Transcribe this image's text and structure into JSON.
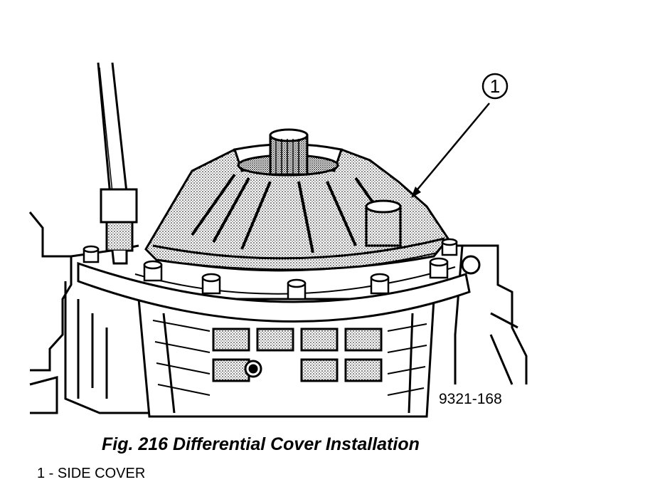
{
  "figure": {
    "callout_number": "1",
    "drawing_id": "9321-168",
    "caption": "Fig. 216 Differential Cover Installation",
    "legend": [
      {
        "text": "1 - SIDE COVER"
      }
    ]
  }
}
